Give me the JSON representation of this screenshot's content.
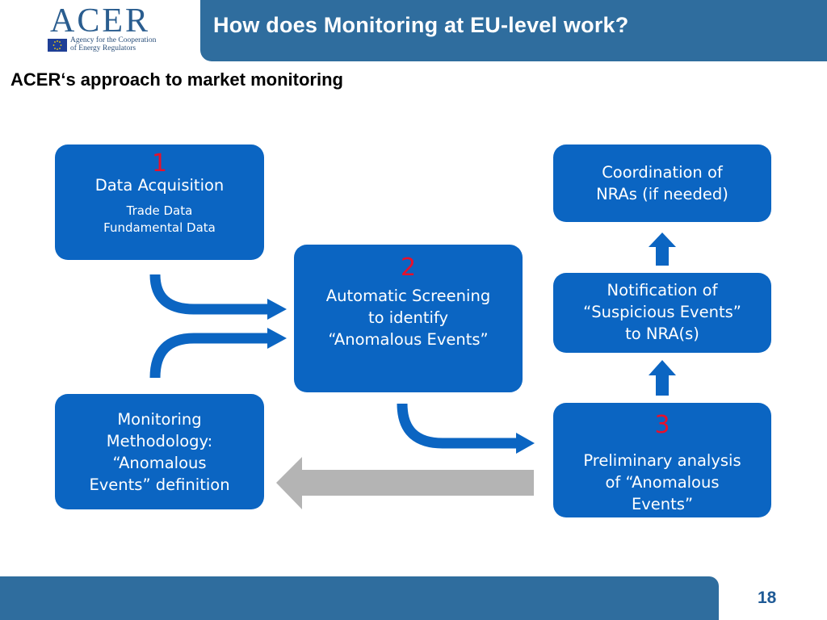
{
  "logo": {
    "wordmark": "ACER",
    "subtitle_line1": "Agency for the Cooperation",
    "subtitle_line2": "of Energy Regulators"
  },
  "header": {
    "title": "How does Monitoring at EU-level work?"
  },
  "subtitle": "ACER‘s approach to market monitoring",
  "boxes": {
    "data_acquisition": {
      "number": "1",
      "title": "Data Acquisition",
      "detail": "Trade Data\nFundamental Data"
    },
    "automatic_screening": {
      "number": "2",
      "text": "Automatic Screening\nto identify\n“Anomalous Events”"
    },
    "coordination": {
      "text": "Coordination of\nNRAs (if needed)"
    },
    "notification": {
      "text": "Notification of\n“Suspicious Events”\nto NRA(s)"
    },
    "preliminary_analysis": {
      "number": "3",
      "text": "Preliminary analysis\nof “Anomalous\nEvents”"
    },
    "methodology": {
      "text": "Monitoring\nMethodology:\n“Anomalous\nEvents” definition"
    }
  },
  "footer": {
    "page_number": "18"
  },
  "colors": {
    "header_bar": "#2f6d9e",
    "box_fill": "#0b65c2",
    "number_red": "#e8102b",
    "arrow_grey": "#b4b4b4"
  }
}
